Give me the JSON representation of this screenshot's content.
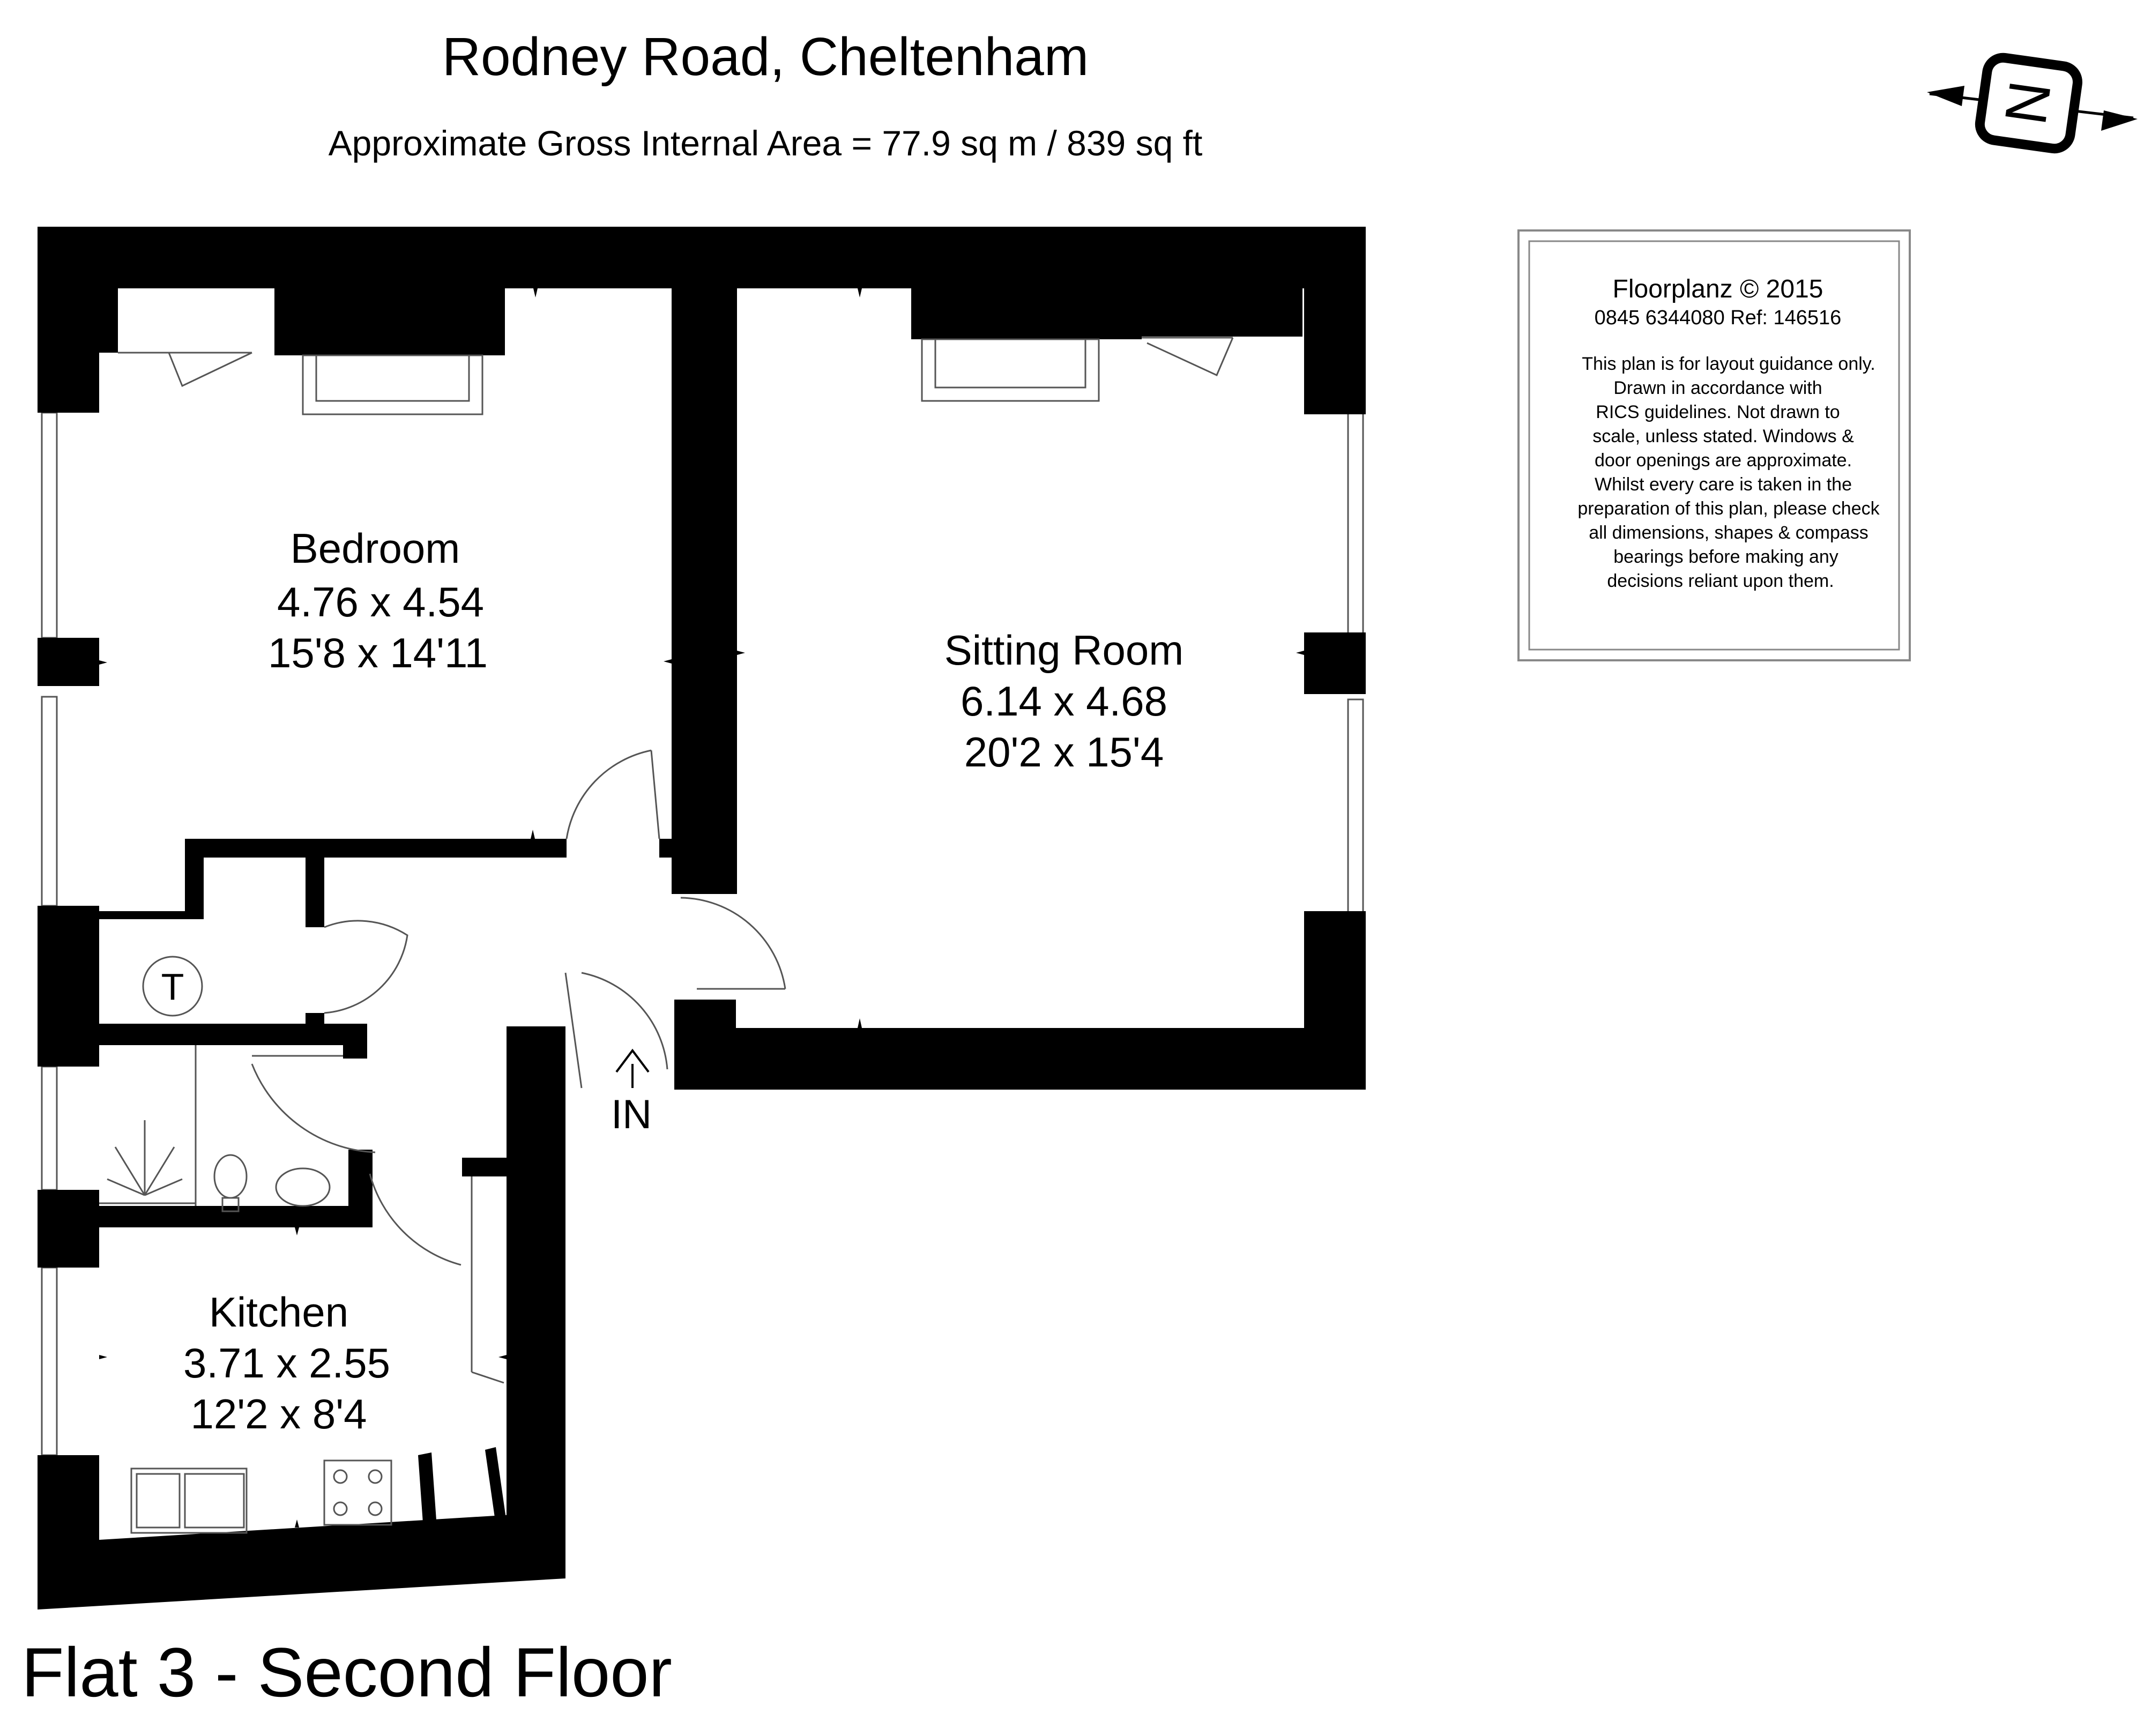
{
  "header": {
    "title": "Rodney Road, Cheltenham",
    "area": "Approximate Gross Internal Area = 77.9 sq m / 839 sq ft"
  },
  "compass": {
    "letter": "N"
  },
  "disclaimer": {
    "brand": "Floorplanz © 2015",
    "contact": "0845 6344080 Ref: 146516",
    "lines": [
      "This plan is for layout guidance only.",
      "Drawn in accordance with",
      "RICS guidelines. Not drawn to",
      "scale, unless stated. Windows &",
      "door openings are approximate.",
      "Whilst every care is taken in the",
      "preparation of this plan, please check",
      "all dimensions, shapes & compass",
      "bearings before making any",
      "decisions reliant upon them."
    ]
  },
  "rooms": {
    "bedroom": {
      "name": "Bedroom",
      "metric": "4.76 x 4.54",
      "imperial": "15'8 x 14'11"
    },
    "sitting": {
      "name": "Sitting Room",
      "metric": "6.14 x 4.68",
      "imperial": "20'2 x 15'4"
    },
    "kitchen": {
      "name": "Kitchen",
      "metric": "3.71 x 2.55",
      "imperial": "12'2 x 8'4"
    }
  },
  "symbols": {
    "tank": "T",
    "entrance": "IN"
  },
  "footer": {
    "floor_label": "Flat 3 - Second Floor"
  }
}
